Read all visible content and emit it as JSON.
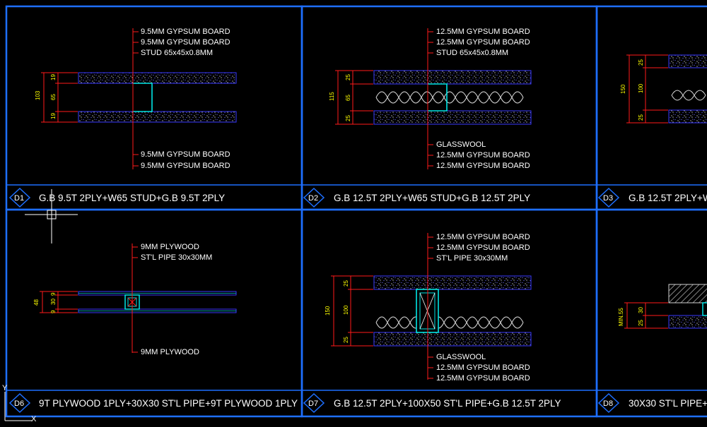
{
  "panels": [
    {
      "id": "D1",
      "title": "G.B 9.5T 2PLY+W65 STUD+G.B 9.5T 2PLY",
      "callouts_top": [
        "9.5MM GYPSUM BOARD",
        "9.5MM GYPSUM BOARD",
        "STUD 65x45x0.8MM"
      ],
      "callouts_bottom": [
        "9.5MM GYPSUM BOARD",
        "9.5MM GYPSUM BOARD"
      ],
      "dims": [
        "103",
        "19",
        "65",
        "19"
      ]
    },
    {
      "id": "D2",
      "title": "G.B 12.5T 2PLY+W65 STUD+G.B 12.5T 2PLY",
      "callouts_top": [
        "12.5MM GYPSUM BOARD",
        "12.5MM GYPSUM BOARD",
        "STUD 65x45x0.8MM"
      ],
      "callouts_bottom": [
        "GLASSWOOL",
        "12.5MM GYPSUM BOARD",
        "12.5MM GYPSUM BOARD"
      ],
      "dims": [
        "115",
        "25",
        "65",
        "25"
      ]
    },
    {
      "id": "D3",
      "title": "G.B 12.5T 2PLY+W",
      "dims": [
        "150",
        "25",
        "100",
        "25"
      ]
    },
    {
      "id": "D6",
      "title": "9T PLYWOOD 1PLY+30X30 ST'L PIPE+9T PLYWOOD 1PLY",
      "callouts_top": [
        "9MM PLYWOOD",
        "ST'L PIPE 30x30MM"
      ],
      "callouts_bottom": [
        "9MM PLYWOOD"
      ],
      "dims": [
        "48",
        "9",
        "30",
        "9"
      ]
    },
    {
      "id": "D7",
      "title": "G.B 12.5T 2PLY+100X50 ST'L PIPE+G.B 12.5T 2PLY",
      "callouts_top": [
        "12.5MM GYPSUM BOARD",
        "12.5MM GYPSUM BOARD",
        "ST'L PIPE 30x30MM"
      ],
      "callouts_bottom": [
        "GLASSWOOL",
        "12.5MM GYPSUM BOARD",
        "12.5MM GYPSUM BOARD"
      ],
      "dims": [
        "150",
        "25",
        "100",
        "25"
      ]
    },
    {
      "id": "D8",
      "title": "30X30 ST'L PIPE+",
      "dims": [
        "MIN.55",
        "30",
        "25"
      ]
    }
  ],
  "ucs": {
    "y_label": "Y",
    "x_label": "X"
  }
}
